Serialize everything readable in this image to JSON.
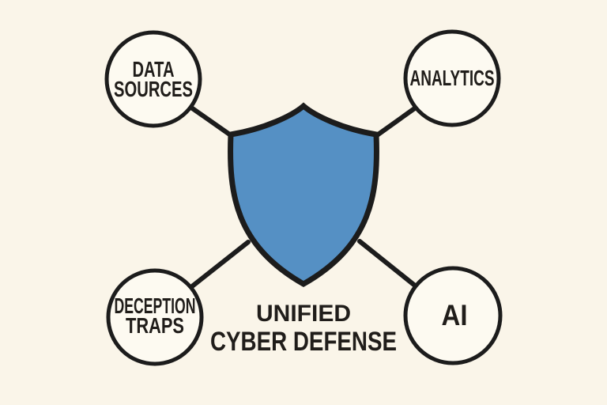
{
  "diagram": {
    "kind": "hub-and-spoke concept diagram",
    "title": {
      "line1": "UNIFIED",
      "line2": "CYBER DEFENSE"
    },
    "center": {
      "icon": "shield-icon",
      "meaning": "unified cyber defense shield"
    },
    "nodes": [
      {
        "id": "data-sources",
        "lines": [
          "DATA",
          "SOURCES"
        ]
      },
      {
        "id": "analytics",
        "lines": [
          "ANALYTICS"
        ]
      },
      {
        "id": "deception-traps",
        "lines": [
          "DECEPTION",
          "TRAPS"
        ]
      },
      {
        "id": "ai",
        "lines": [
          "AI"
        ]
      }
    ],
    "colors": {
      "background": "#faf5e9",
      "shield_fill": "#5590c4",
      "outline": "#1c1c1c",
      "text": "#201d1a",
      "node_fill": "#fdfaf1"
    }
  }
}
